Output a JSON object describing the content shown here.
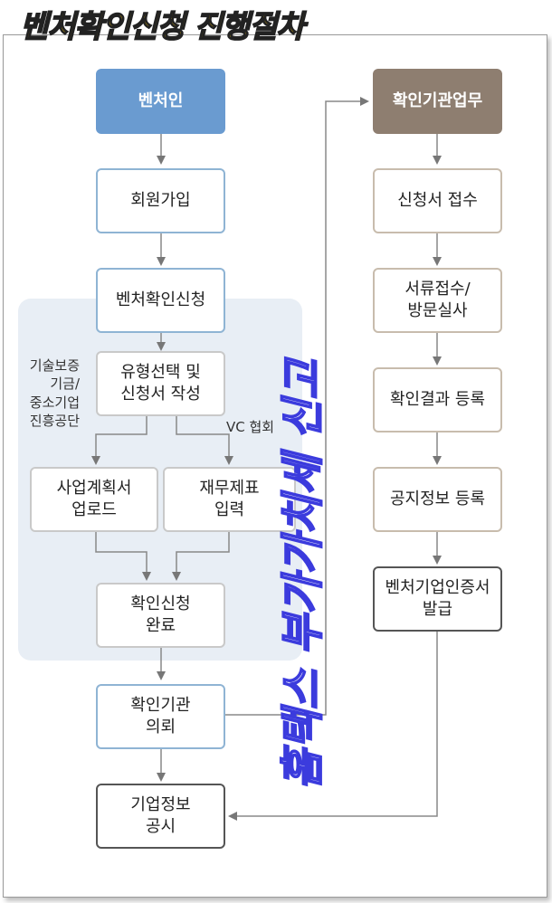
{
  "title": "벤처확인신청 진행절차",
  "left_header": "벤처인",
  "right_header": "확인기관업무",
  "left_steps": {
    "join": "회원가입",
    "apply": "벤처확인신청",
    "select": "유형선택 및\n신청서 작성",
    "plan": "사업계획서\n업로드",
    "finance": "재무제표\n입력",
    "complete": "확인신청\n완료",
    "request": "확인기관\n의뢰",
    "publish": "기업정보\n공시"
  },
  "right_steps": {
    "receive": "신청서 접수",
    "review": "서류접수/\n방문실사",
    "register_result": "확인결과 등록",
    "register_notice": "공지정보 등록",
    "certificate": "벤처기업인증서\n발급"
  },
  "side_labels": {
    "agencies": "기술보증\n기금/\n중소기업\n진흥공단",
    "vc": "VC 협회"
  },
  "watermark": "홈택스 부가가치세 신고"
}
